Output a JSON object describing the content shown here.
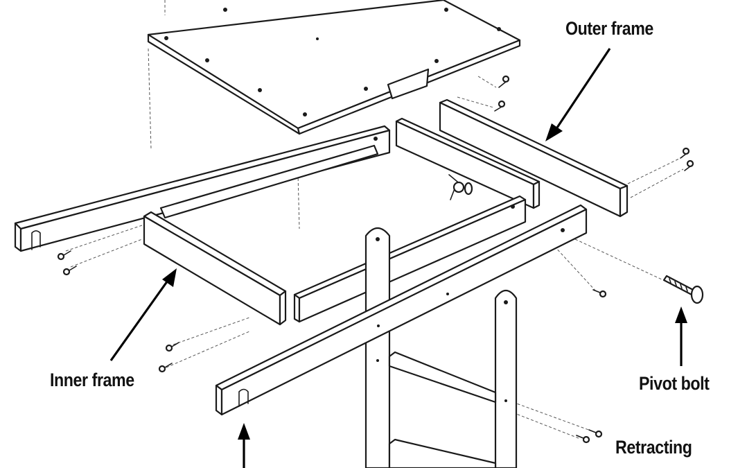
{
  "diagram": {
    "labels": {
      "outer_frame": "Outer frame",
      "inner_frame": "Inner frame",
      "pivot_bolt": "Pivot bolt",
      "retracting": "Retracting"
    }
  }
}
